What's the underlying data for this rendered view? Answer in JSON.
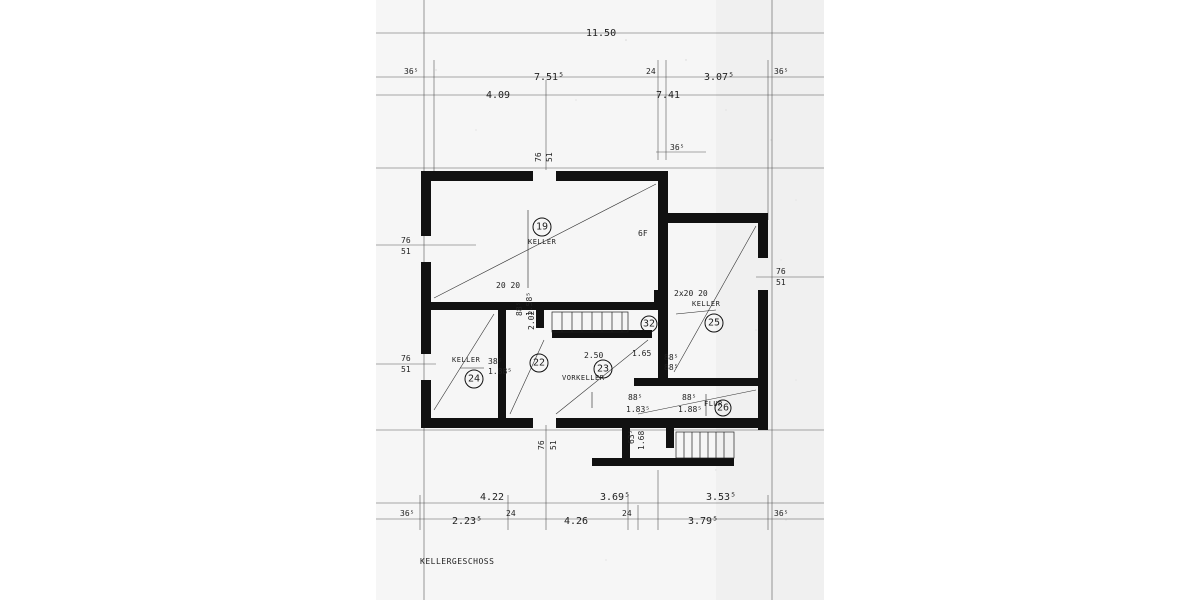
{
  "plan_title": "KELLERGESCHOSS",
  "rooms": [
    {
      "number": "19",
      "label": "KELLER"
    },
    {
      "number": "25",
      "label": "KELLER"
    },
    {
      "number": "24",
      "label": "KELLER"
    },
    {
      "number": "22",
      "label": ""
    },
    {
      "number": "23",
      "label": "VORKELLER"
    },
    {
      "number": "32",
      "label": ""
    },
    {
      "number": "26",
      "label": "FLUR"
    }
  ],
  "dimensions": {
    "overall_top": "11.50",
    "top_row_1": [
      "36⁵",
      "7.51⁵",
      "24",
      "3.07⁵",
      "36⁵"
    ],
    "top_row_2": [
      "4.09",
      "7.41"
    ],
    "top_36": "36⁵",
    "window_top": [
      "76",
      "51"
    ],
    "window_left_upper": [
      "76",
      "51"
    ],
    "window_left_lower": [
      "76",
      "51"
    ],
    "window_right": [
      "76",
      "51"
    ],
    "window_bottom": [
      "76",
      "51"
    ],
    "bottom_row_1": [
      "4.22",
      "3.69⁵",
      "3.53⁵"
    ],
    "bottom_row_2": [
      "36⁵",
      "2.23⁵",
      "24",
      "4.26",
      "24",
      "3.79⁵",
      "36⁵"
    ],
    "interior": [
      "20 20",
      "2x20 20",
      "2.50",
      "1.65",
      "88⁵",
      "88⁵",
      "88⁵",
      "88⁵",
      "1.83⁵",
      "1.88⁵",
      "6F",
      "38⁵",
      "1.88⁵",
      "63⁵",
      "1.68",
      "2.02",
      "88⁵",
      "1.58⁵"
    ]
  }
}
